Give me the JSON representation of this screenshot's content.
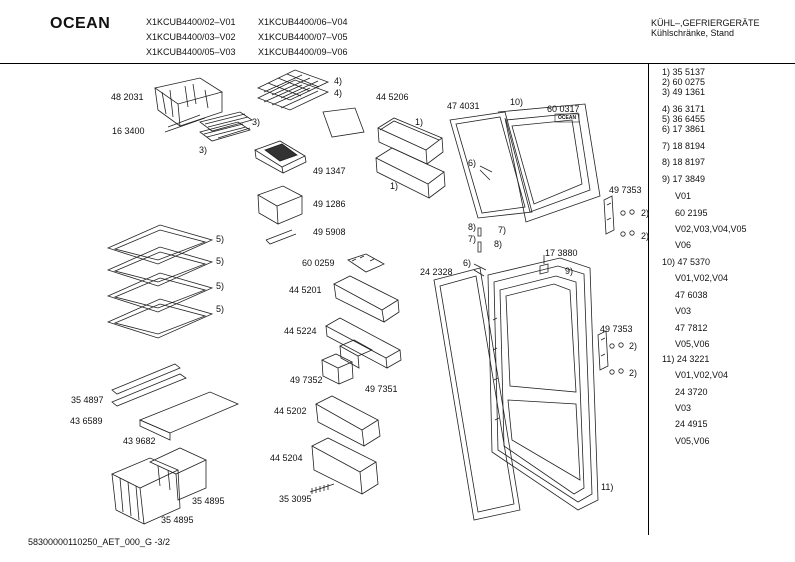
{
  "header": {
    "brand": "OCEAN",
    "models": [
      "X1KCUB4400/02–V01",
      "X1KCUB4400/06–V04",
      "X1KCUB4400/03–V02",
      "X1KCUB4400/07–V05",
      "X1KCUB4400/05–V03",
      "X1KCUB4400/09–V06"
    ],
    "category_line1": "KÜHL–,GEFRIERGERÄTE",
    "category_line2": "Kühlschränke, Stand"
  },
  "legend": [
    "1) 35 5137",
    "2) 60 0275",
    "3) 49 1361",
    "4) 36 3171",
    "5) 36 6455",
    "6) 17 3861",
    "7) 18 8194",
    "8) 18 8197",
    "9) 17 3849",
    "V01",
    "60 2195",
    "V02,V03,V04,V05",
    "V06",
    "10) 47 5370",
    "V01,V02,V04",
    "47 6038",
    "V03",
    "47 7812",
    "V05,V06",
    "11) 24 3221",
    "V01,V02,V04",
    "24 3720",
    "V03",
    "24 4915",
    "V05,V06"
  ],
  "labels": {
    "p482031": "48 2031",
    "p163400": "16 3400",
    "c3a": "3)",
    "c3b": "3)",
    "c4a": "4)",
    "c4b": "4)",
    "p445206": "44 5206",
    "p474031": "47 4031",
    "c10": "10)",
    "p600317": "60 0317",
    "logo": "OCEAN",
    "c1a": "1)",
    "c1b": "1)",
    "c6a": "6)",
    "p491347": "49 1347",
    "p491286": "49 1286",
    "p495908": "49 5908",
    "p497353a": "49 7353",
    "c2a": "2)",
    "c2b": "2)",
    "c8a": "8)",
    "c7a": "7)",
    "c7b": "7)",
    "c8b": "8)",
    "p173880": "17 3880",
    "c9": "9)",
    "c6b": "6)",
    "p600259": "60 0259",
    "p242328": "24 2328",
    "c5a": "5)",
    "c5b": "5)",
    "c5c": "5)",
    "c5d": "5)",
    "p445201": "44 5201",
    "p445224": "44 5224",
    "p497353b": "49 7353",
    "c2c": "2)",
    "c2d": "2)",
    "p497352": "49 7352",
    "p497351": "49 7351",
    "p354897": "35 4897",
    "p436589": "43 6589",
    "p439682": "43 9682",
    "p445202": "44 5202",
    "p445204": "44 5204",
    "p354895a": "35 4895",
    "p354895b": "35 4895",
    "p353095": "35 3095",
    "c11": "11)"
  },
  "footer": "58300000110250_AET_000_G  -3/2"
}
